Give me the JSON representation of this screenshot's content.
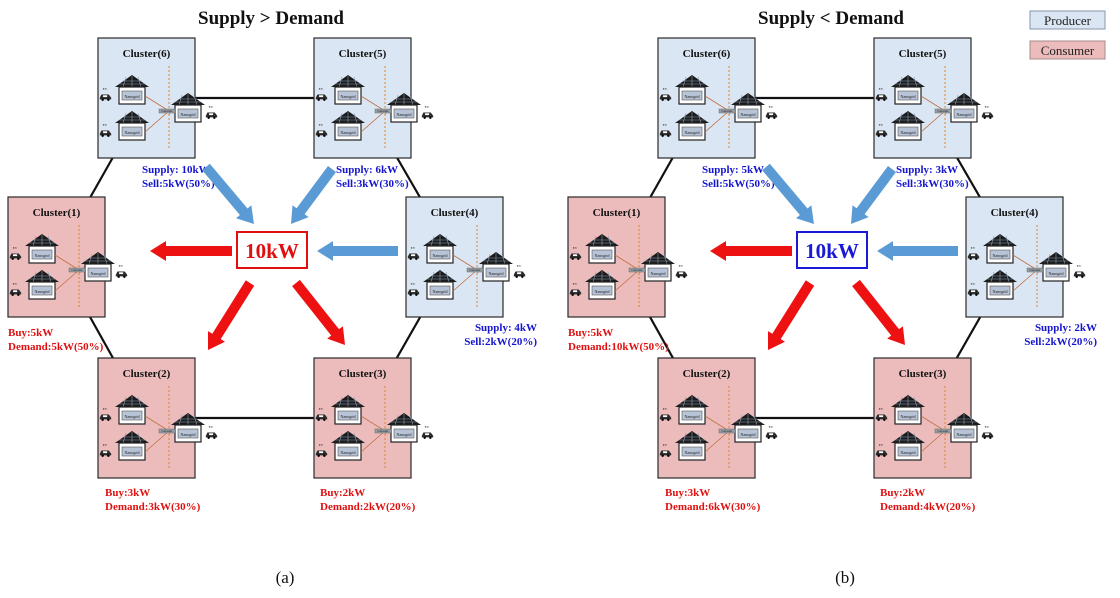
{
  "colors": {
    "producer": "#dbe6f4",
    "consumer": "#ecbcbc",
    "producer_text": "#1515d0",
    "consumer_text": "#e01010",
    "arrow_in": "#5b9bd5",
    "arrow_out": "#ee1111",
    "hub_red": "#e01010",
    "hub_blue": "#1a1ad6"
  },
  "legend": {
    "producer": "Producer",
    "consumer": "Consumer"
  },
  "house_labels": {
    "nanogrid": "Nanogrid",
    "pcc": "Converter",
    "ev": "EV"
  },
  "panels": [
    {
      "title": "Supply > Demand",
      "caption": "(a)",
      "hub": {
        "label": "10kW",
        "color": "#e01010"
      },
      "clusters": [
        {
          "name": "Cluster(1)",
          "role": "consumer",
          "line1": "Buy:5kW",
          "line2": "Demand:5kW(50%)"
        },
        {
          "name": "Cluster(2)",
          "role": "consumer",
          "line1": "Buy:3kW",
          "line2": "Demand:3kW(30%)"
        },
        {
          "name": "Cluster(3)",
          "role": "consumer",
          "line1": "Buy:2kW",
          "line2": "Demand:2kW(20%)"
        },
        {
          "name": "Cluster(4)",
          "role": "producer",
          "line1": "Supply: 4kW",
          "line2": "Sell:2kW(20%)"
        },
        {
          "name": "Cluster(5)",
          "role": "producer",
          "line1": "Supply: 6kW",
          "line2": "Sell:3kW(30%)"
        },
        {
          "name": "Cluster(6)",
          "role": "producer",
          "line1": "Supply: 10kW",
          "line2": "Sell:5kW(50%)"
        }
      ]
    },
    {
      "title": "Supply < Demand",
      "caption": "(b)",
      "hub": {
        "label": "10kW",
        "color": "#1a1ad6"
      },
      "clusters": [
        {
          "name": "Cluster(1)",
          "role": "consumer",
          "line1": "Buy:5kW",
          "line2": "Demand:10kW(50%)"
        },
        {
          "name": "Cluster(2)",
          "role": "consumer",
          "line1": "Buy:3kW",
          "line2": "Demand:6kW(30%)"
        },
        {
          "name": "Cluster(3)",
          "role": "consumer",
          "line1": "Buy:2kW",
          "line2": "Demand:4kW(20%)"
        },
        {
          "name": "Cluster(4)",
          "role": "producer",
          "line1": "Supply: 2kW",
          "line2": "Sell:2kW(20%)"
        },
        {
          "name": "Cluster(5)",
          "role": "producer",
          "line1": "Supply: 3kW",
          "line2": "Sell:3kW(30%)"
        },
        {
          "name": "Cluster(6)",
          "role": "producer",
          "line1": "Supply: 5kW",
          "line2": "Sell:5kW(50%)"
        }
      ]
    }
  ]
}
